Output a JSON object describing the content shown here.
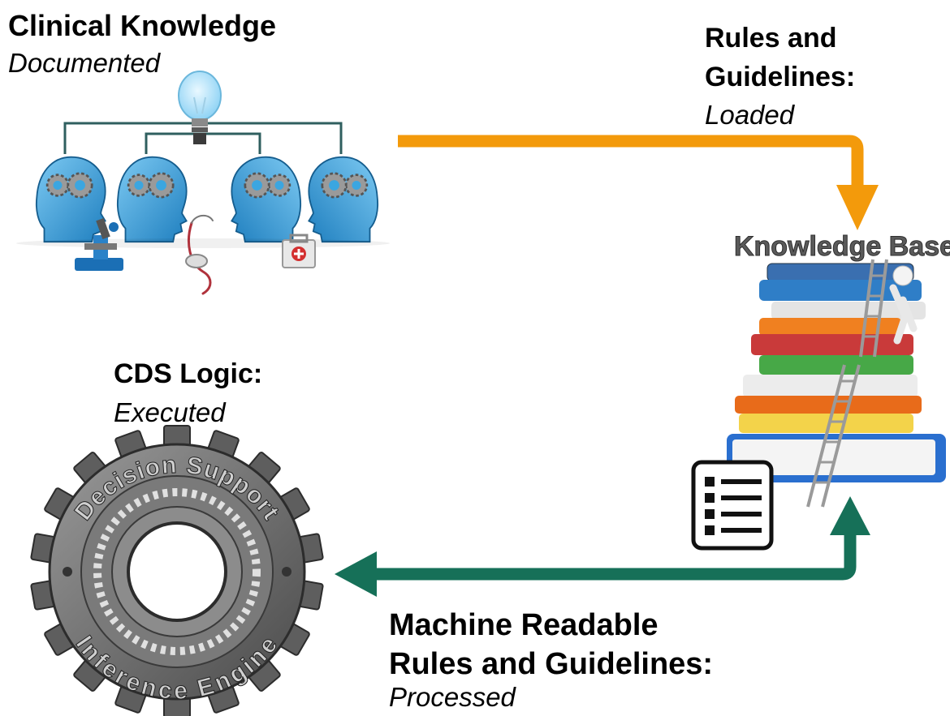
{
  "clinical": {
    "title": "Clinical Knowledge",
    "subtitle": "Documented"
  },
  "rules": {
    "title_line1": "Rules and",
    "title_line2": "Guidelines:",
    "subtitle": "Loaded"
  },
  "cds": {
    "title": "CDS Logic:",
    "subtitle": "Executed"
  },
  "machine": {
    "title_line1": "Machine Readable",
    "title_line2": "Rules and Guidelines:",
    "subtitle": "Processed"
  },
  "knowledge_base": {
    "sign": "Knowledge Base"
  },
  "engine": {
    "top_text": "Decision Support",
    "bottom_text": "Inference Engine"
  },
  "colors": {
    "orange_arrow": "#F39A0B",
    "green_arrow": "#167058",
    "head_blue": "#3BA6E0",
    "gear_gray": "#6E6E6E"
  },
  "icons": [
    "light-bulb-icon",
    "head-gears-icon",
    "microscope-icon",
    "stethoscope-icon",
    "first-aid-kit-icon",
    "books-stack-icon",
    "ladder-icon",
    "checklist-icon",
    "gear-icon"
  ]
}
